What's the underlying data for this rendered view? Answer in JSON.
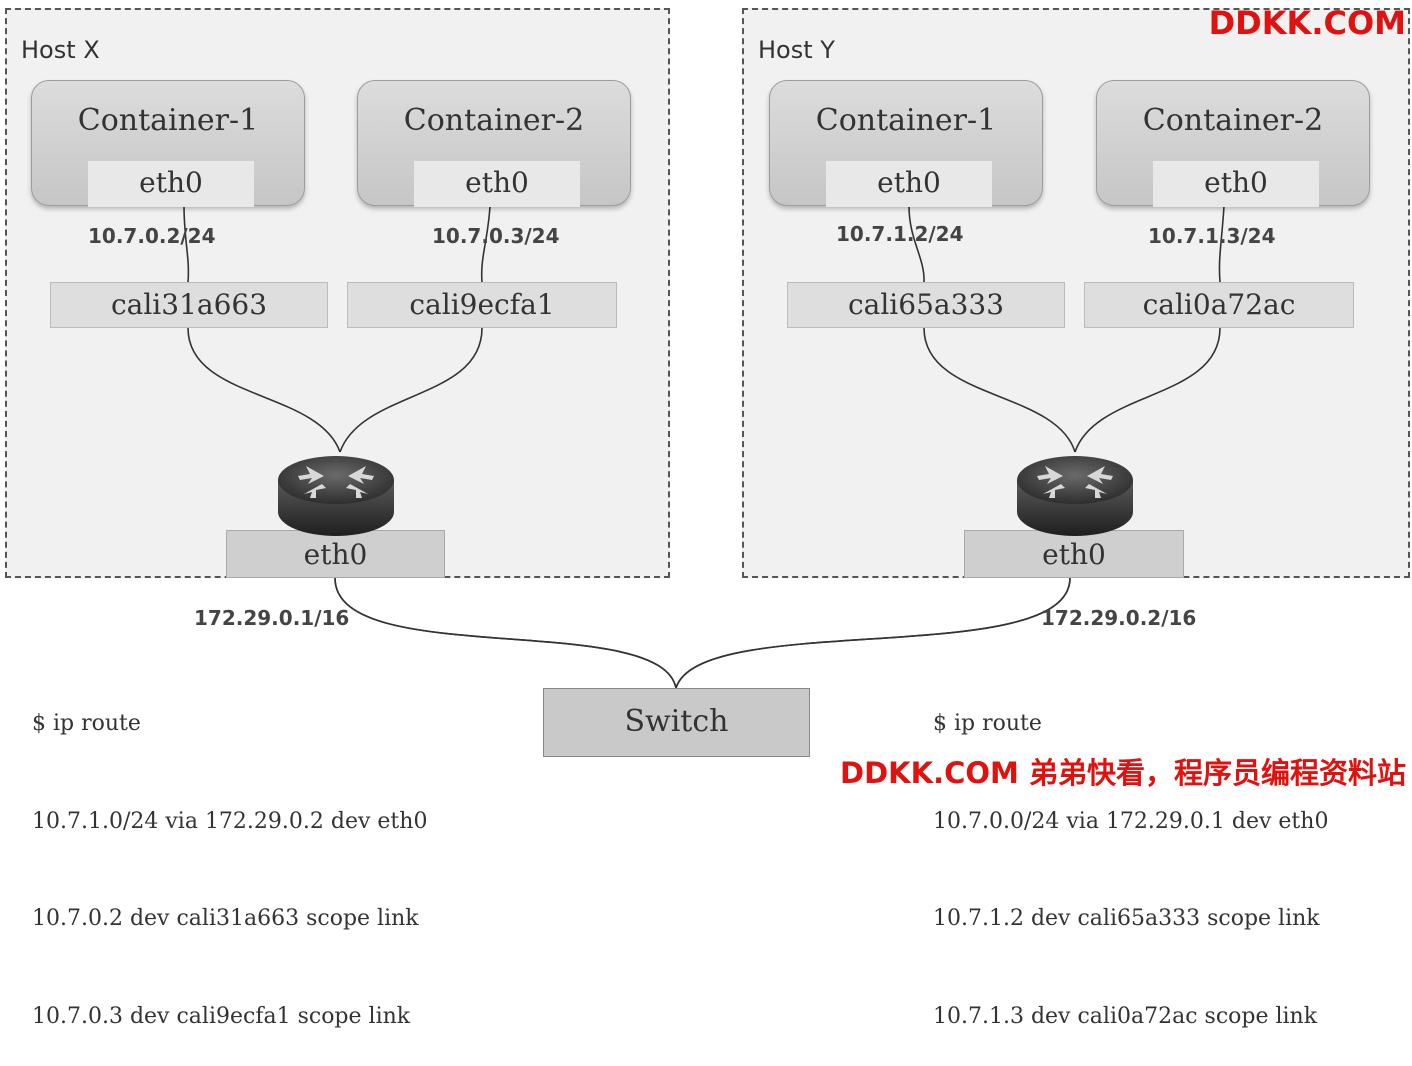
{
  "hosts": [
    {
      "label": "Host X",
      "containers": [
        {
          "name": "Container-1",
          "iface": "eth0",
          "ip": "10.7.0.2/24",
          "veth": "cali31a663"
        },
        {
          "name": "Container-2",
          "iface": "eth0",
          "ip": "10.7.0.3/24",
          "veth": "cali9ecfa1"
        }
      ],
      "host_iface": "eth0",
      "host_ip": "172.29.0.1/16",
      "routes": [
        "$ ip route",
        "10.7.1.0/24 via 172.29.0.2 dev eth0",
        "10.7.0.2 dev cali31a663 scope link",
        "10.7.0.3 dev cali9ecfa1 scope link"
      ]
    },
    {
      "label": "Host Y",
      "containers": [
        {
          "name": "Container-1",
          "iface": "eth0",
          "ip": "10.7.1.2/24",
          "veth": "cali65a333"
        },
        {
          "name": "Container-2",
          "iface": "eth0",
          "ip": "10.7.1.3/24",
          "veth": "cali0a72ac"
        }
      ],
      "host_iface": "eth0",
      "host_ip": "172.29.0.2/16",
      "routes": [
        "$ ip route",
        "10.7.0.0/24 via 172.29.0.1 dev eth0",
        "10.7.1.2 dev cali65a333 scope link",
        "10.7.1.3 dev cali0a72ac scope link"
      ]
    }
  ],
  "switch_label": "Switch",
  "icons": {
    "router": "router-icon"
  },
  "watermark": {
    "top": "DDKK.COM",
    "bottom": "DDKK.COM 弟弟快看，程序员编程资料站",
    "color": "#e0120f"
  }
}
